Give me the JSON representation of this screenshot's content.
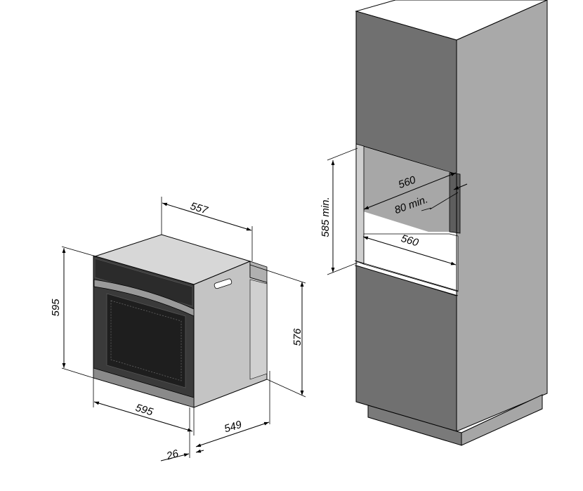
{
  "oven": {
    "dimensions": {
      "width_front": "595",
      "height_front": "595",
      "depth_top": "557",
      "height_body": "576",
      "depth_body": "549",
      "front_panel": "26"
    }
  },
  "cabinet": {
    "dimensions": {
      "niche_height": "585 min.",
      "niche_width_top": "560",
      "niche_depth": "80 min.",
      "niche_width_bottom": "560"
    }
  }
}
